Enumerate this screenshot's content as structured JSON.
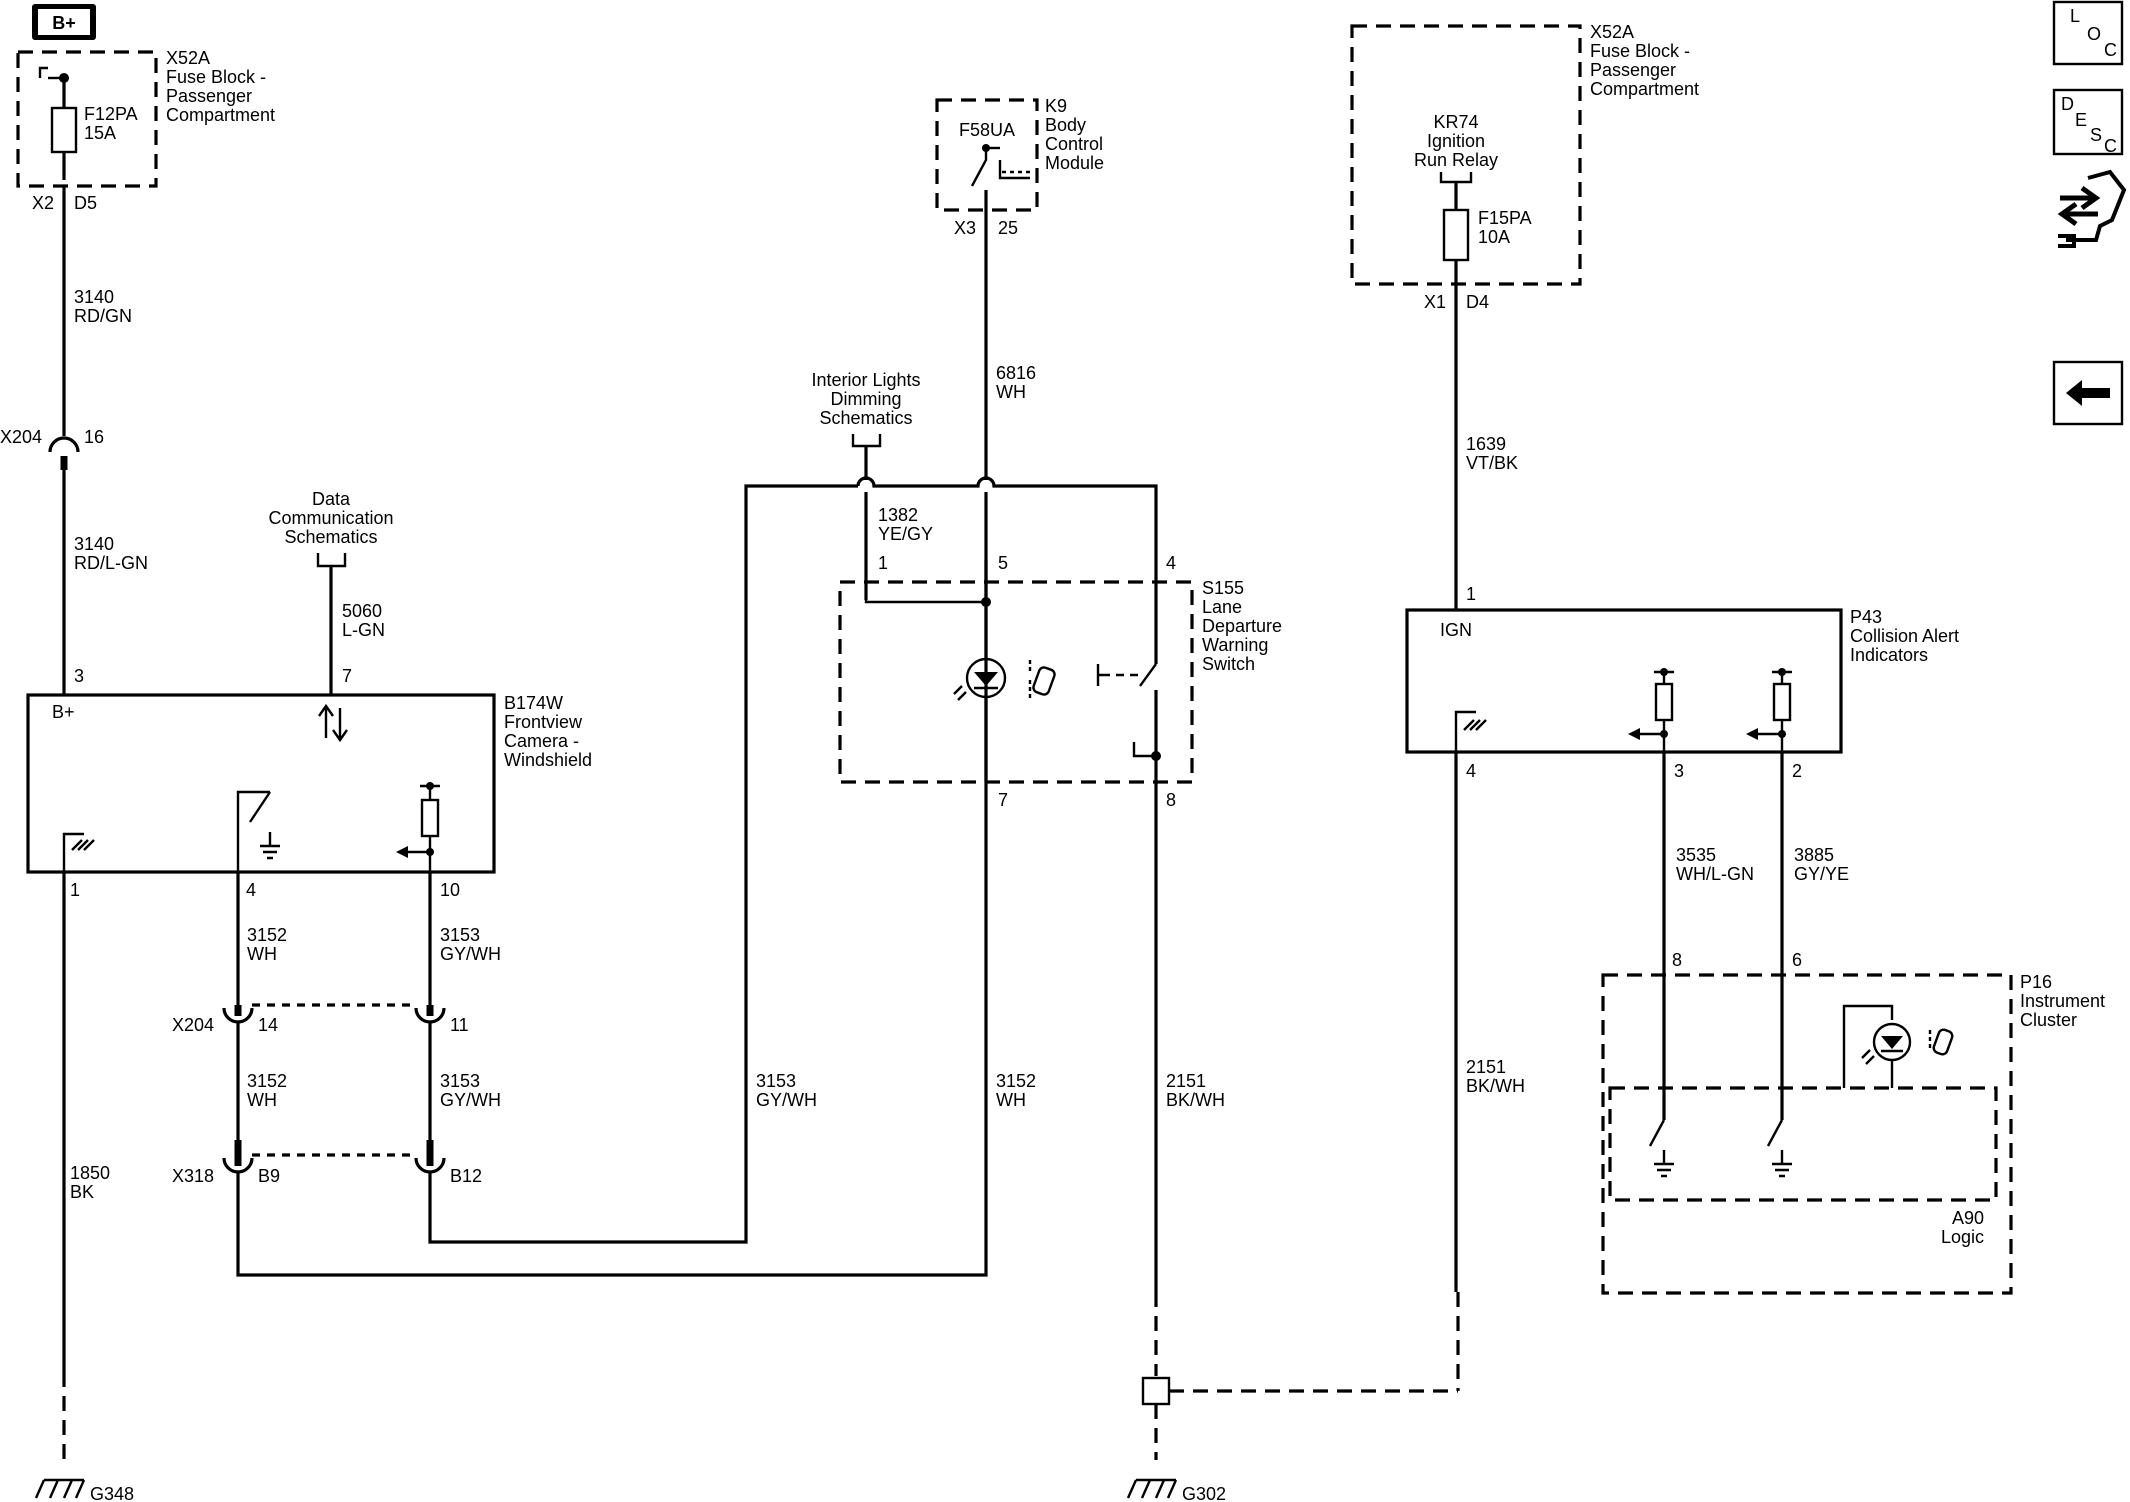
{
  "labels": {
    "bplus": "B+",
    "fb1_name": "X52A",
    "fb1_l1": "Fuse Block -",
    "fb1_l2": "Passenger",
    "fb1_l3": "Compartment",
    "f12_name": "F12PA",
    "f12_amp": "15A",
    "x2": "X2",
    "d5": "D5",
    "w3140a_n": "3140",
    "w3140a_c": "RD/GN",
    "x204_a": "X204",
    "pin16": "16",
    "w3140b_n": "3140",
    "w3140b_c": "RD/L-GN",
    "datacomm_l1": "Data",
    "datacomm_l2": "Communication",
    "datacomm_l3": "Schematics",
    "w5060_n": "5060",
    "w5060_c": "L-GN",
    "cam_pin3": "3",
    "cam_pin7": "7",
    "cam_bplus": "B+",
    "cam_name": "B174W",
    "cam_l1": "Frontview",
    "cam_l2": "Camera -",
    "cam_l3": "Windshield",
    "cam_pin1": "1",
    "cam_pin4": "4",
    "cam_pin10": "10",
    "w3152a_n": "3152",
    "w3152a_c": "WH",
    "w3153a_n": "3153",
    "w3153a_c": "GY/WH",
    "x204_b": "X204",
    "pin14": "14",
    "pin11": "11",
    "w3152b_n": "3152",
    "w3152b_c": "WH",
    "w3153b_n": "3153",
    "w3153b_c": "GY/WH",
    "w1850_n": "1850",
    "w1850_c": "BK",
    "x318": "X318",
    "pinB9": "B9",
    "pinB12": "B12",
    "g348": "G348",
    "bcm_fuse": "F58UA",
    "bcm_name": "K9",
    "bcm_l1": "Body",
    "bcm_l2": "Control",
    "bcm_l3": "Module",
    "x3": "X3",
    "pin25": "25",
    "w6816_n": "6816",
    "w6816_c": "WH",
    "intlights_l1": "Interior Lights",
    "intlights_l2": "Dimming",
    "intlights_l3": "Schematics",
    "w1382_n": "1382",
    "w1382_c": "YE/GY",
    "sw_pin1": "1",
    "sw_pin5": "5",
    "sw_pin4": "4",
    "sw_name": "S155",
    "sw_l1": "Lane",
    "sw_l2": "Departure",
    "sw_l3": "Warning",
    "sw_l4": "Switch",
    "sw_pin7": "7",
    "sw_pin8": "8",
    "w3153c_n": "3153",
    "w3153c_c": "GY/WH",
    "w3152c_n": "3152",
    "w3152c_c": "WH",
    "w2151a_n": "2151",
    "w2151a_c": "BK/WH",
    "g302": "G302",
    "fb2_name": "X52A",
    "fb2_l1": "Fuse Block -",
    "fb2_l2": "Passenger",
    "fb2_l3": "Compartment",
    "relay_l1": "KR74",
    "relay_l2": "Ignition",
    "relay_l3": "Run Relay",
    "f15_name": "F15PA",
    "f15_amp": "10A",
    "x1": "X1",
    "d4": "D4",
    "w1639_n": "1639",
    "w1639_c": "VT/BK",
    "cai_pin1": "1",
    "cai_ign": "IGN",
    "cai_name": "P43",
    "cai_l1": "Collision Alert",
    "cai_l2": "Indicators",
    "cai_pin4": "4",
    "cai_pin3": "3",
    "cai_pin2": "2",
    "w3535_n": "3535",
    "w3535_c": "WH/L-GN",
    "w3885_n": "3885",
    "w3885_c": "GY/YE",
    "ic_pin8": "8",
    "ic_pin6": "6",
    "ic_name": "P16",
    "ic_l1": "Instrument",
    "ic_l2": "Cluster",
    "w2151b_n": "2151",
    "w2151b_c": "BK/WH",
    "a90_l1": "A90",
    "a90_l2": "Logic"
  },
  "nav": {
    "loc": [
      "L",
      "O",
      "C"
    ],
    "desc": [
      "D",
      "E",
      "S",
      "C"
    ],
    "connector_icon": "connector-tool-icon",
    "back_icon": "back-arrow-icon"
  },
  "colors": {
    "line": "#000000",
    "background": "#ffffff"
  }
}
